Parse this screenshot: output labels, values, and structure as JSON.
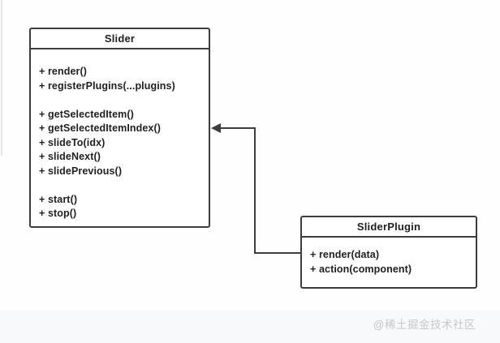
{
  "diagram": {
    "slider": {
      "title": "Slider",
      "groups": [
        [
          "+ render()",
          "+ registerPlugins(...plugins)"
        ],
        [
          "+ getSelectedItem()",
          "+ getSelectedItemIndex()",
          "+ slideTo(idx)",
          "+ slideNext()",
          "+ slidePrevious()"
        ],
        [
          "+ start()",
          "+ stop()"
        ]
      ]
    },
    "slider_plugin": {
      "title": "SliderPlugin",
      "groups": [
        [
          "+ render(data)",
          "+ action(component)"
        ]
      ]
    },
    "connector": {
      "type": "dependency-arrow",
      "from": "SliderPlugin",
      "to": "Slider"
    }
  },
  "watermark": "@稀土掘金技术社区",
  "colors": {
    "box_border": "#3d3d3d",
    "box_background": "#ffffff",
    "text": "#1f1f1f",
    "connector": "#3d3d3d",
    "page_background": "#fefefe",
    "footer_band": "#f7f9fa",
    "watermark": "#c5c8ca"
  }
}
